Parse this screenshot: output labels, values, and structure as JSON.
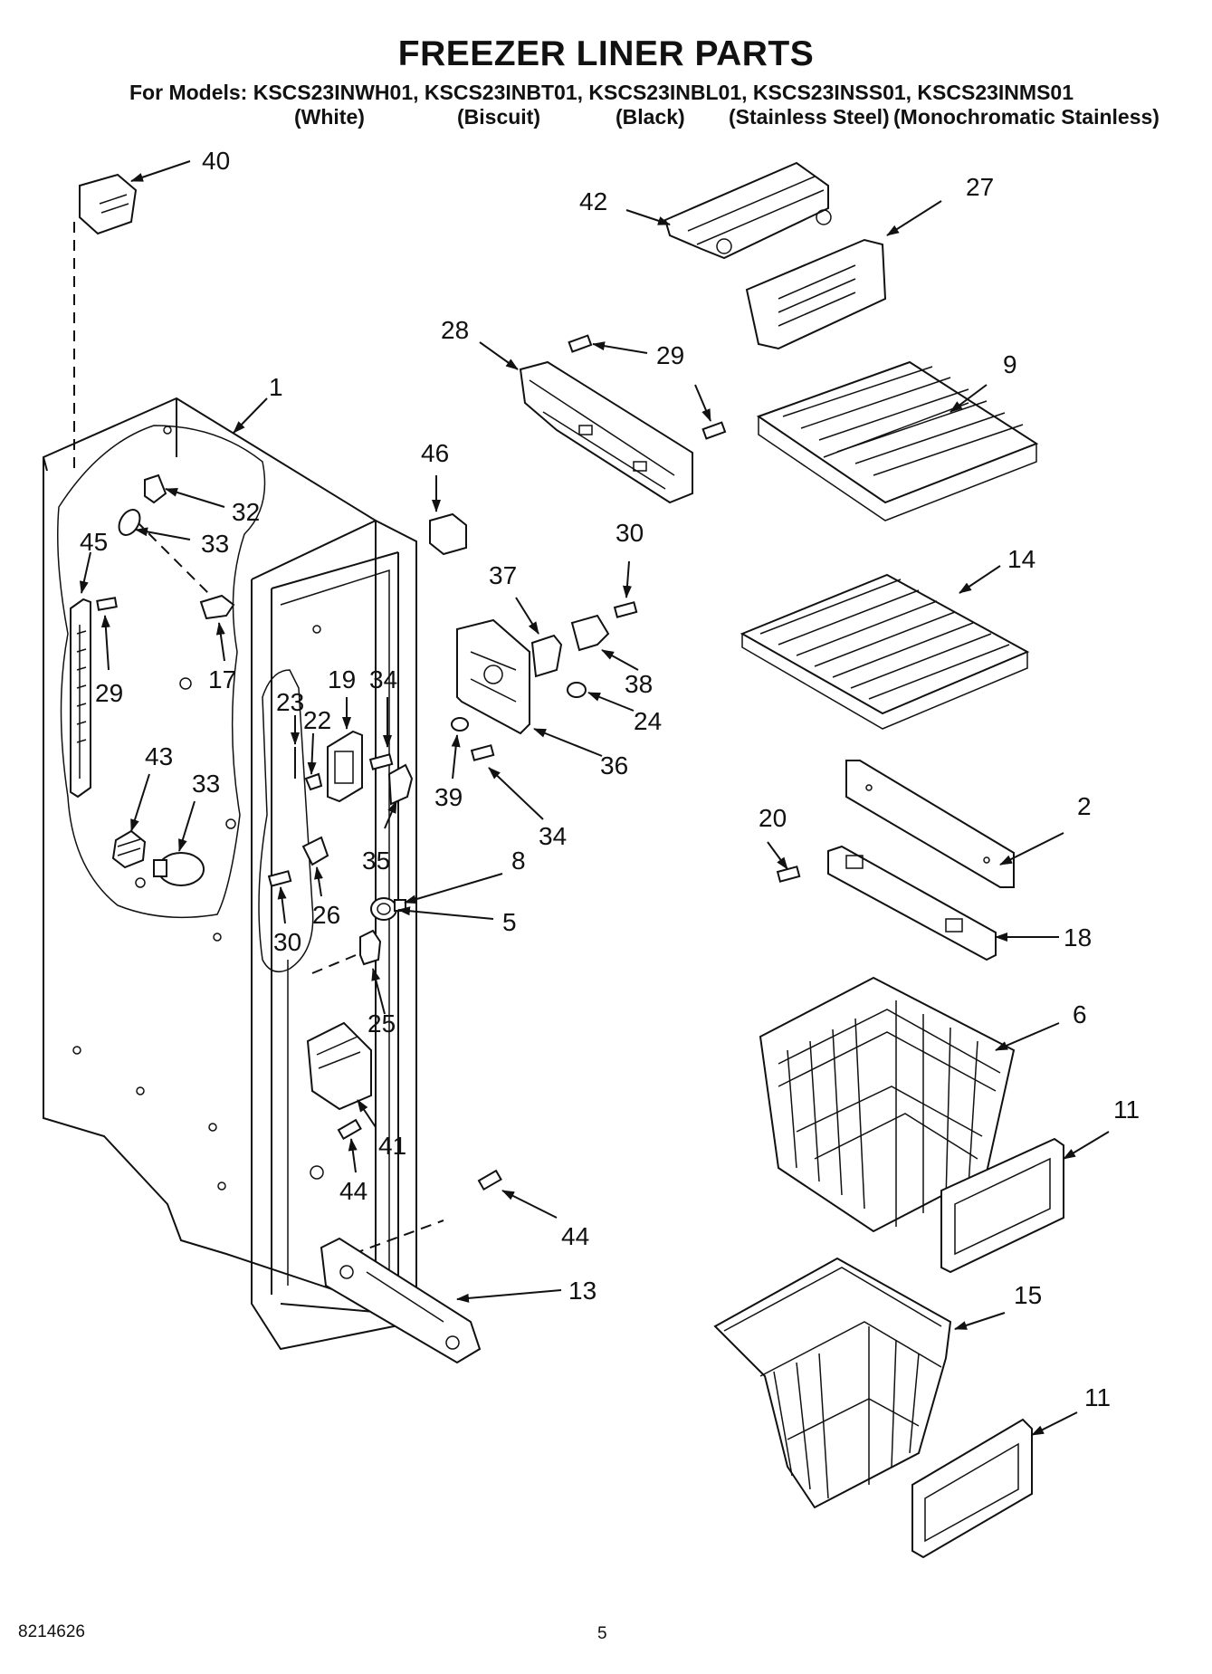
{
  "header": {
    "title": "FREEZER LINER PARTS",
    "models_line": "For Models: KSCS23INWH01, KSCS23INBT01, KSCS23INBL01, KSCS23INSS01, KSCS23INMS01",
    "variants": [
      "(White)",
      "(Biscuit)",
      "(Black)",
      "(Stainless Steel)",
      "(Monochromatic Stainless)"
    ]
  },
  "callouts": [
    "40",
    "42",
    "27",
    "28",
    "29",
    "29",
    "9",
    "1",
    "46",
    "32",
    "33",
    "45",
    "30",
    "37",
    "14",
    "17",
    "29",
    "38",
    "19",
    "34",
    "23",
    "22",
    "24",
    "36",
    "43",
    "33",
    "39",
    "34",
    "35",
    "2",
    "20",
    "8",
    "5",
    "26",
    "30",
    "18",
    "25",
    "6",
    "41",
    "11",
    "44",
    "44",
    "13",
    "15",
    "11"
  ],
  "footer": {
    "doc_number": "8214626",
    "page": "5"
  }
}
